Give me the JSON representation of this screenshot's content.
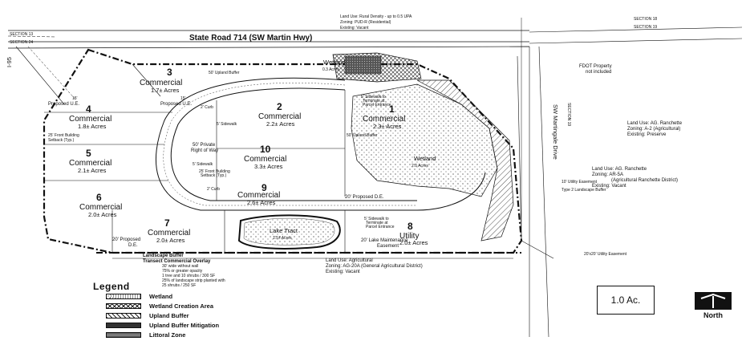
{
  "road": {
    "name": "State Road 714 (SW Martin Hwy)"
  },
  "sections": {
    "s13": "SECTION 13",
    "s24": "SECTION 24",
    "s18": "SECTION 18",
    "s19": "SECTION 19",
    "s19v": "SECTION 19"
  },
  "interstate": "I-95",
  "drive": "SW Martingale Drive",
  "land_use_top": {
    "line1": "Land Use:   Rural Density - up to 0.5 UPA",
    "line2": "Zoning:      PUD-R (Residential)",
    "line3": "Existing:    Vacant"
  },
  "land_use_right1": {
    "line1": "Land Use:   AG. Ranchette",
    "line2": "Zoning:      A-2 (Agricultural)",
    "line3": "Existing:    Preserve"
  },
  "land_use_right2": {
    "line1": "Land Use:   AG. Ranchette",
    "line2": "Zoning:      AR-5A",
    "line3": "(Agricultural Ranchette District)",
    "line4": "Existing:    Vacant"
  },
  "land_use_bottom": {
    "line1": "Land Use:   Agricultural",
    "line2": "Zoning:      AG-20A (General Agricultural District)",
    "line3": "Existing:    Vacant"
  },
  "fdot": {
    "line1": "FDOT Property",
    "line2": "not included"
  },
  "lots": [
    {
      "num": "1",
      "use": "Commercial",
      "acres": "2.3± Acres"
    },
    {
      "num": "2",
      "use": "Commercial",
      "acres": "2.2± Acres"
    },
    {
      "num": "3",
      "use": "Commercial",
      "acres": "1.7± Acres"
    },
    {
      "num": "4",
      "use": "Commercial",
      "acres": "1.8± Acres"
    },
    {
      "num": "5",
      "use": "Commercial",
      "acres": "2.1± Acres"
    },
    {
      "num": "6",
      "use": "Commercial",
      "acres": "2.0± Acres"
    },
    {
      "num": "7",
      "use": "Commercial",
      "acres": "2.0± Acres"
    },
    {
      "num": "8",
      "use": "Utility",
      "acres": "2.0± Acres"
    },
    {
      "num": "9",
      "use": "Commercial",
      "acres": "2.6± Acres"
    },
    {
      "num": "10",
      "use": "Commercial",
      "acres": "3.3± Acres"
    }
  ],
  "wetland_top": {
    "name": "Wetland",
    "acres": "0.3 Acres"
  },
  "wetland_main": {
    "name": "Wetland",
    "acres": "2.0 Acres"
  },
  "lake": {
    "name": "Lake Tract",
    "acres": "1.5± Acres"
  },
  "notes": {
    "upland_buffer_50_top": "50' Upland Buffer",
    "upland_buffer_50_mid": "50' Upland Buffer",
    "ue_15_top": "15'",
    "ue_15_top2": "Proposed U.E.",
    "ue_15_left": "15'",
    "ue_15_left2": "Proposed U.E.",
    "row_50": "50' Private",
    "row_50b": "Right of Way",
    "setback_25a": "25' Front Building",
    "setback_25b": "Setback (Typ.)",
    "setback_25c": "25' Front Building",
    "setback_25d": "Setback (Typ.)",
    "de_20_a": "20' Proposed D.E.",
    "de_20_b": "20' Proposed",
    "de_20_c": "D.E.",
    "lake_maint": "20' Lake Maintenance",
    "lake_maint2": "Easement",
    "sidewalk_a": "5' Sidewalk",
    "sidewalk_b": "5' Sidewalk",
    "sidewalk_c": "5' Sidewalk to",
    "sidewalk_c2": "Terminate at",
    "sidewalk_c3": "Parcel Entrance",
    "sidewalk_d": "5' Sidewalk to",
    "sidewalk_d2": "Terminate at",
    "sidewalk_d3": "Parcel Entrance",
    "curb_a": "2' Curb",
    "curb_b": "2' Curb",
    "utility_ease_10": "10' Utility Easement",
    "utility_ease_20": "20'x20' Utility Easement",
    "type2_buffer": "Type 2 Landscape Buffer"
  },
  "landscape_buffer": {
    "title": "Landscape Buffer",
    "subtitle": "Transect Commercial Overlay",
    "l1": "30' wide without wall",
    "l2": "75% or greater opacity",
    "l3": "1 tree and 10 shrubs / 300 SF",
    "l4": "25% of landscape strip planted with",
    "l5": "25 shrubs / 250 SF"
  },
  "legend": {
    "title": "Legend",
    "items": [
      {
        "label": "Wetland"
      },
      {
        "label": "Wetland Creation Area"
      },
      {
        "label": "Upland Buffer"
      },
      {
        "label": "Upland Buffer Mitigation"
      },
      {
        "label": "Littoral Zone"
      }
    ]
  },
  "scale": "1.0 Ac.",
  "north": "North"
}
